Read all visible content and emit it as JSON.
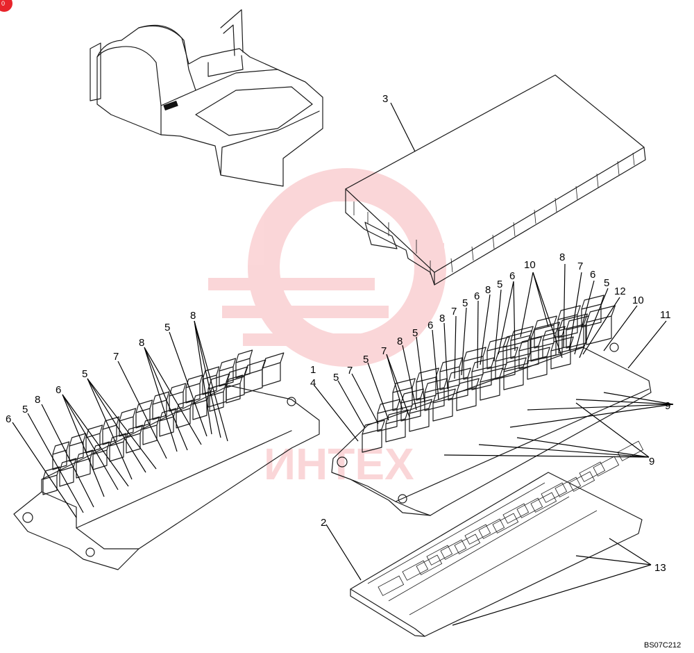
{
  "diagram": {
    "reference_code": "BS07C212",
    "badge_text": "0",
    "watermark_text": "ИНТЕХ",
    "watermark_color": "#e8242b",
    "callouts": [
      "1",
      "2",
      "3",
      "4",
      "5",
      "6",
      "7",
      "8",
      "9",
      "10",
      "11",
      "12",
      "13"
    ]
  }
}
